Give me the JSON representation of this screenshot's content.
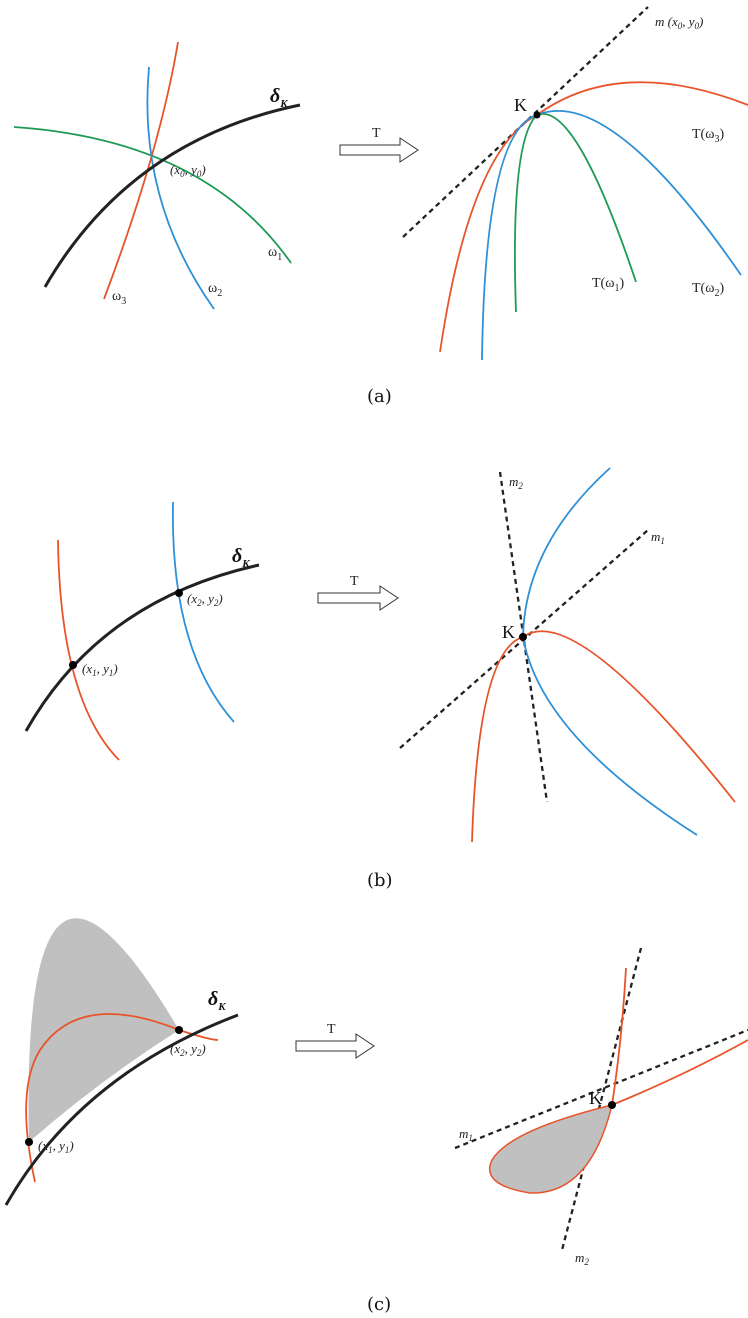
{
  "colors": {
    "orange": "#e8542a",
    "blue": "#2e90d6",
    "green": "#1e9a55",
    "black": "#222222",
    "shade": "#c0c0c0"
  },
  "panel_a": {
    "caption": "(a)",
    "transform_label": "T",
    "delta": "δ",
    "delta_sub": "K",
    "point_x": "x",
    "point_x_sub": "0",
    "point_y": "y",
    "point_y_sub": "0",
    "omega1": "ω",
    "omega1_sub": "1",
    "omega2": "ω",
    "omega2_sub": "2",
    "omega3": "ω",
    "omega3_sub": "3",
    "k_label": "K",
    "m_label": "m",
    "m_x": "x",
    "m_x_sub": "0",
    "m_y": "y",
    "m_y_sub": "0",
    "t_omega1": "T(ω",
    "t_omega1_sub": "1",
    "t_omega2": "T(ω",
    "t_omega2_sub": "2",
    "t_omega3": "T(ω",
    "t_omega3_sub": "3",
    "close_paren": ")"
  },
  "panel_b": {
    "caption": "(b)",
    "transform_label": "T",
    "delta": "δ",
    "delta_sub": "K",
    "p1_x": "x",
    "p1_x_sub": "1",
    "p1_y": "y",
    "p1_y_sub": "1",
    "p2_x": "x",
    "p2_x_sub": "2",
    "p2_y": "y",
    "p2_y_sub": "2",
    "k_label": "K",
    "m1": "m",
    "m1_sub": "1",
    "m2": "m",
    "m2_sub": "2"
  },
  "panel_c": {
    "caption": "(c)",
    "transform_label": "T",
    "delta": "δ",
    "delta_sub": "K",
    "p1_x": "x",
    "p1_x_sub": "1",
    "p1_y": "y",
    "p1_y_sub": "1",
    "p2_x": "x",
    "p2_x_sub": "2",
    "p2_y": "y",
    "p2_y_sub": "2",
    "k_label": "K",
    "m1": "m",
    "m1_sub": "1",
    "m2": "m",
    "m2_sub": "2"
  }
}
